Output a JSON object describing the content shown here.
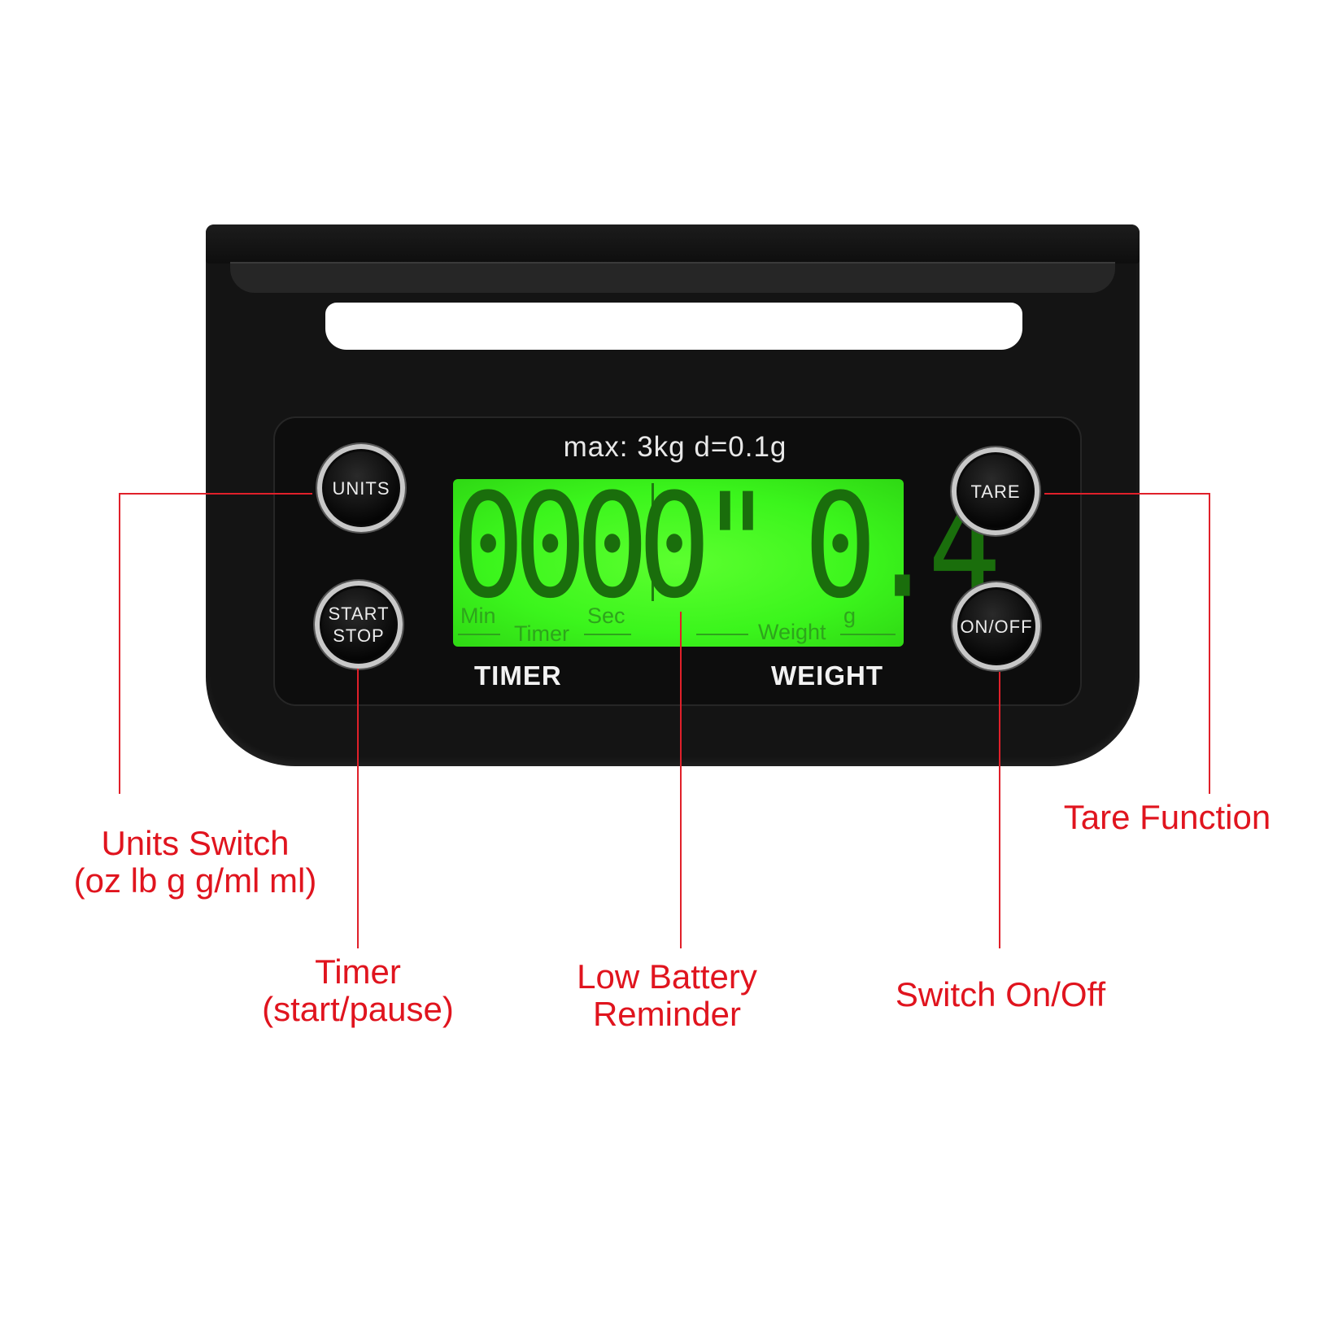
{
  "scale": {
    "spec": "max: 3kg  d=0.1g",
    "buttons": {
      "units": "UNITS",
      "start_stop": [
        "START",
        "STOP"
      ],
      "tare": "TARE",
      "on_off": "ON/OFF"
    },
    "labels": {
      "timer": "TIMER",
      "weight": "WEIGHT"
    },
    "display": {
      "timer_value": "0000\"",
      "weight_value": "0.4",
      "min": "Min",
      "sec": "Sec",
      "timer": "Timer",
      "weight": "Weight",
      "unit": "g",
      "backlight_color": "#3bf51c"
    }
  },
  "callouts": {
    "units": [
      "Units Switch",
      "(oz lb g g/ml ml)"
    ],
    "timer": [
      "Timer",
      "(start/pause)"
    ],
    "battery": [
      "Low Battery",
      "Reminder"
    ],
    "onoff": [
      "Switch On/Off"
    ],
    "tare": [
      "Tare Function"
    ],
    "color": "#e0141e"
  }
}
